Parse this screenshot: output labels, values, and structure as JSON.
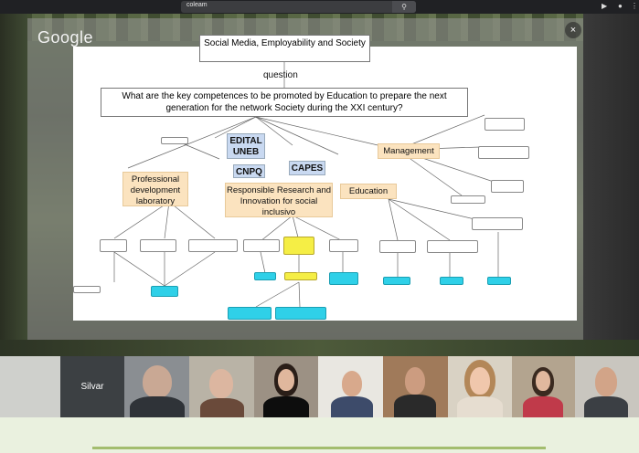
{
  "browser": {
    "search_value": "coleam",
    "search_icon": "magnifier-icon"
  },
  "presentation": {
    "logo": "Google",
    "close_label": "×"
  },
  "map": {
    "title": "Social Media, Employability and Society",
    "question_label": "question",
    "question": "What are the key competences to be promoted by Education to prepare the next generation for the network Society during the XXI century?",
    "edital_uneb": "EDITAL UNEB",
    "cnpq": "CNPQ",
    "capes": "CAPES",
    "management": "Management",
    "professional_dev": "Professional development laboratory",
    "responsible": "Responsible Research and Innovation for social inclusivo",
    "education": "Education"
  },
  "call": {
    "presenter_name": "Silvar"
  },
  "colors": {
    "blue_node": "#c9d9f1",
    "peach_node": "#fbe3bf",
    "cyan_node": "#2fd0e8",
    "yellow_node": "#f5ee45",
    "footer_accent": "#a3bd6e"
  }
}
